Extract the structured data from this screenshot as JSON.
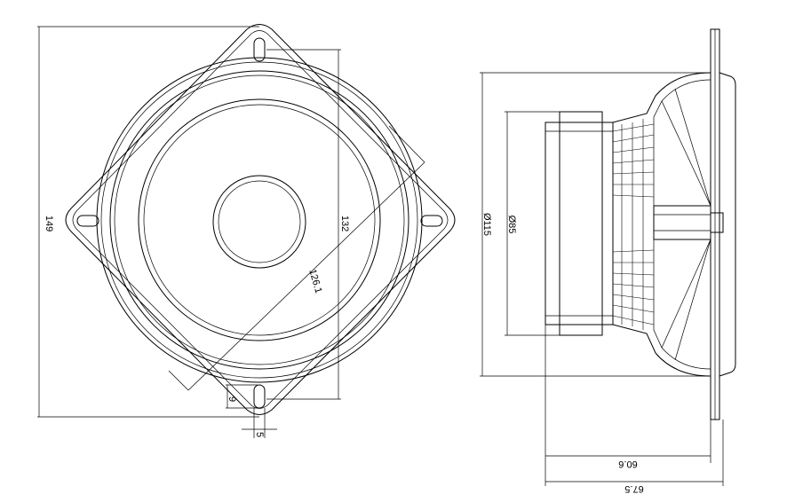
{
  "front_view": {
    "height_label": "149",
    "hole_spacing_label": "132",
    "diagonal_label": "126.1",
    "slot_length_label": "9",
    "slot_width_label": "5"
  },
  "side_view": {
    "frame_diameter_label": "Ø115",
    "magnet_diameter_label": "Ø85",
    "depth_label": "60.6",
    "total_depth_label": "67.5"
  }
}
